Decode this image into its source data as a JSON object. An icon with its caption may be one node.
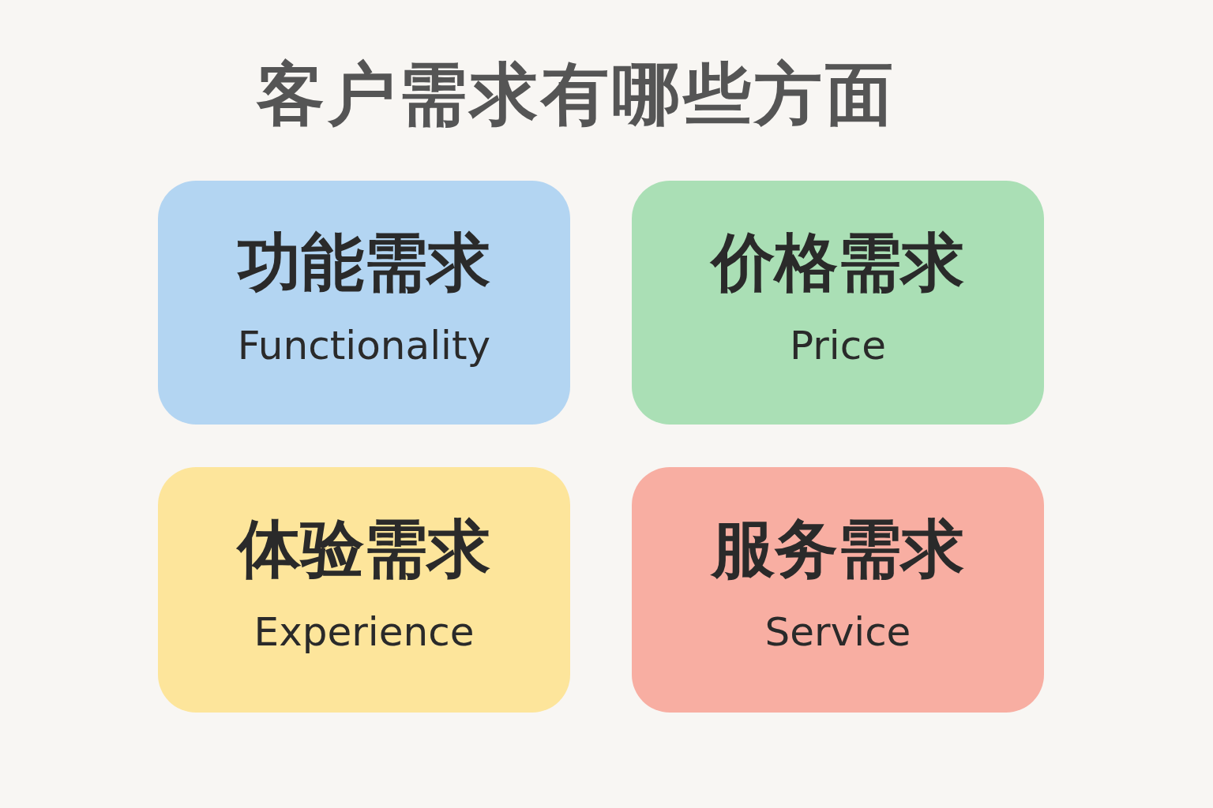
{
  "diagram": {
    "title": "客户需求有哪些方面",
    "nodes": [
      {
        "text": [
          "功能需求",
          "Functionality"
        ]
      },
      {
        "text": [
          "价格需求",
          "Price"
        ]
      },
      {
        "text": [
          "体验需求",
          "Experience"
        ]
      },
      {
        "text": [
          "服务需求",
          "Service"
        ]
      }
    ]
  }
}
